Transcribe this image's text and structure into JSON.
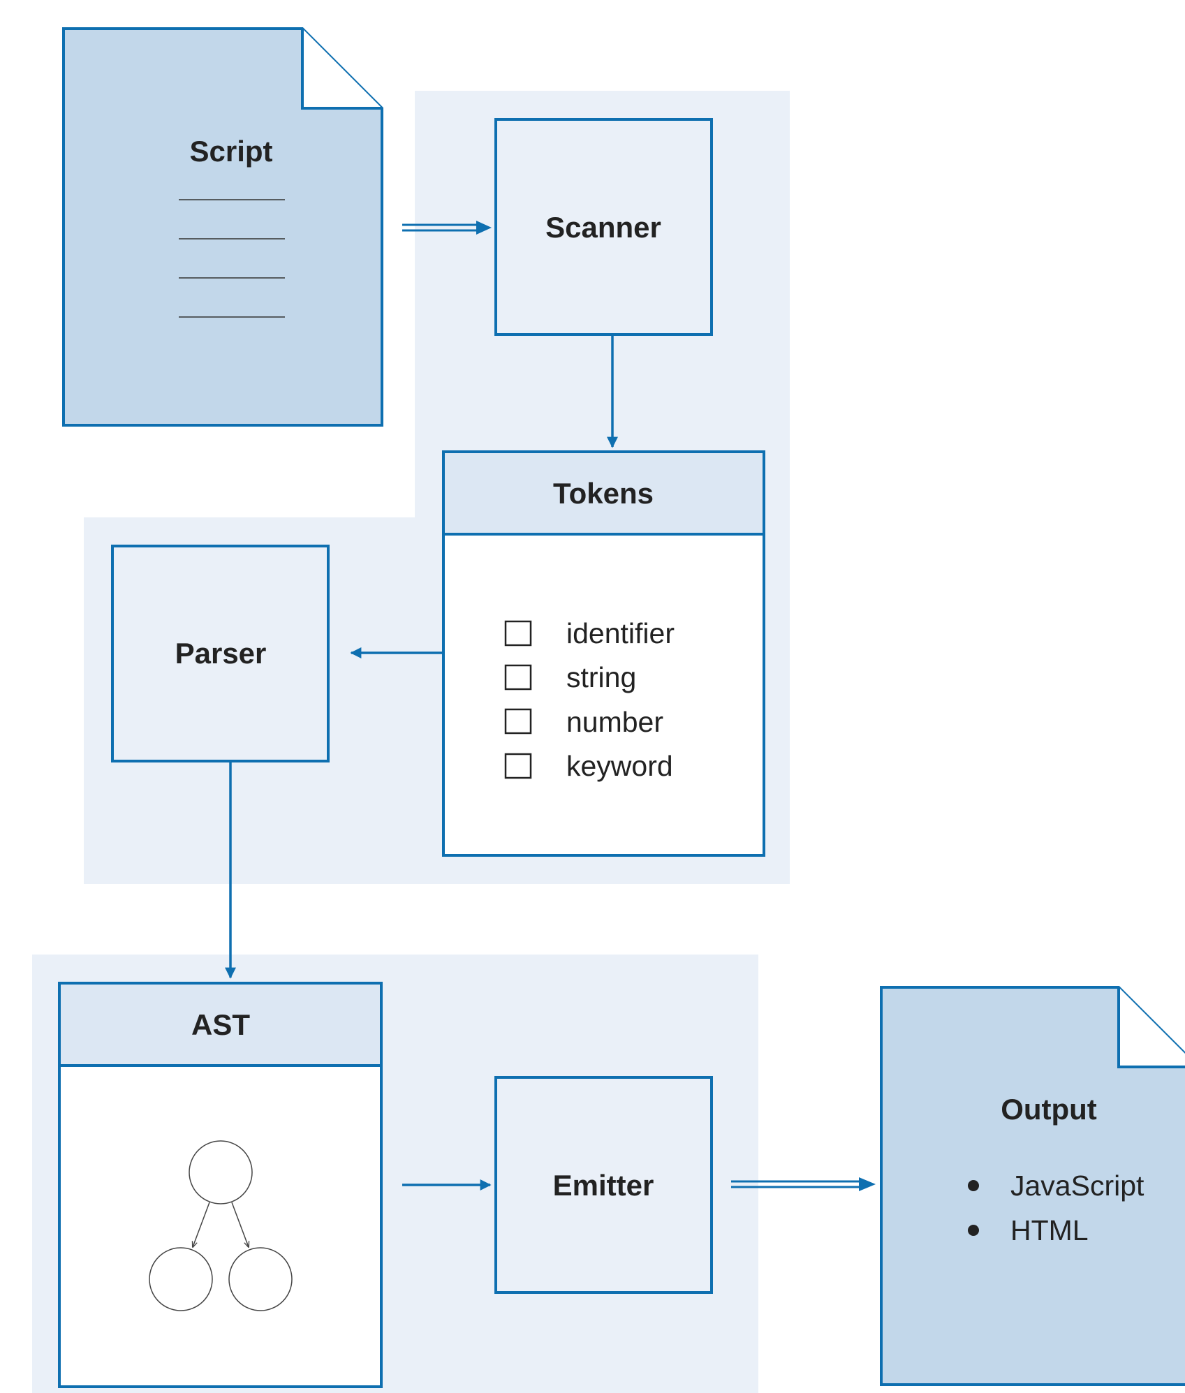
{
  "colors": {
    "stroke": "#0e6fb0",
    "doc_fill": "#c2d7ea",
    "panel_bg": "#eaf0f8",
    "header_fill": "#dce7f3",
    "text": "#222222"
  },
  "script_doc": {
    "title": "Script",
    "lines": 4
  },
  "scanner": {
    "label": "Scanner"
  },
  "tokens": {
    "title": "Tokens",
    "items": [
      "identifier",
      "string",
      "number",
      "keyword"
    ]
  },
  "parser": {
    "label": "Parser"
  },
  "ast": {
    "title": "AST"
  },
  "emitter": {
    "label": "Emitter"
  },
  "output_doc": {
    "title": "Output",
    "items": [
      "JavaScript",
      "HTML"
    ]
  }
}
